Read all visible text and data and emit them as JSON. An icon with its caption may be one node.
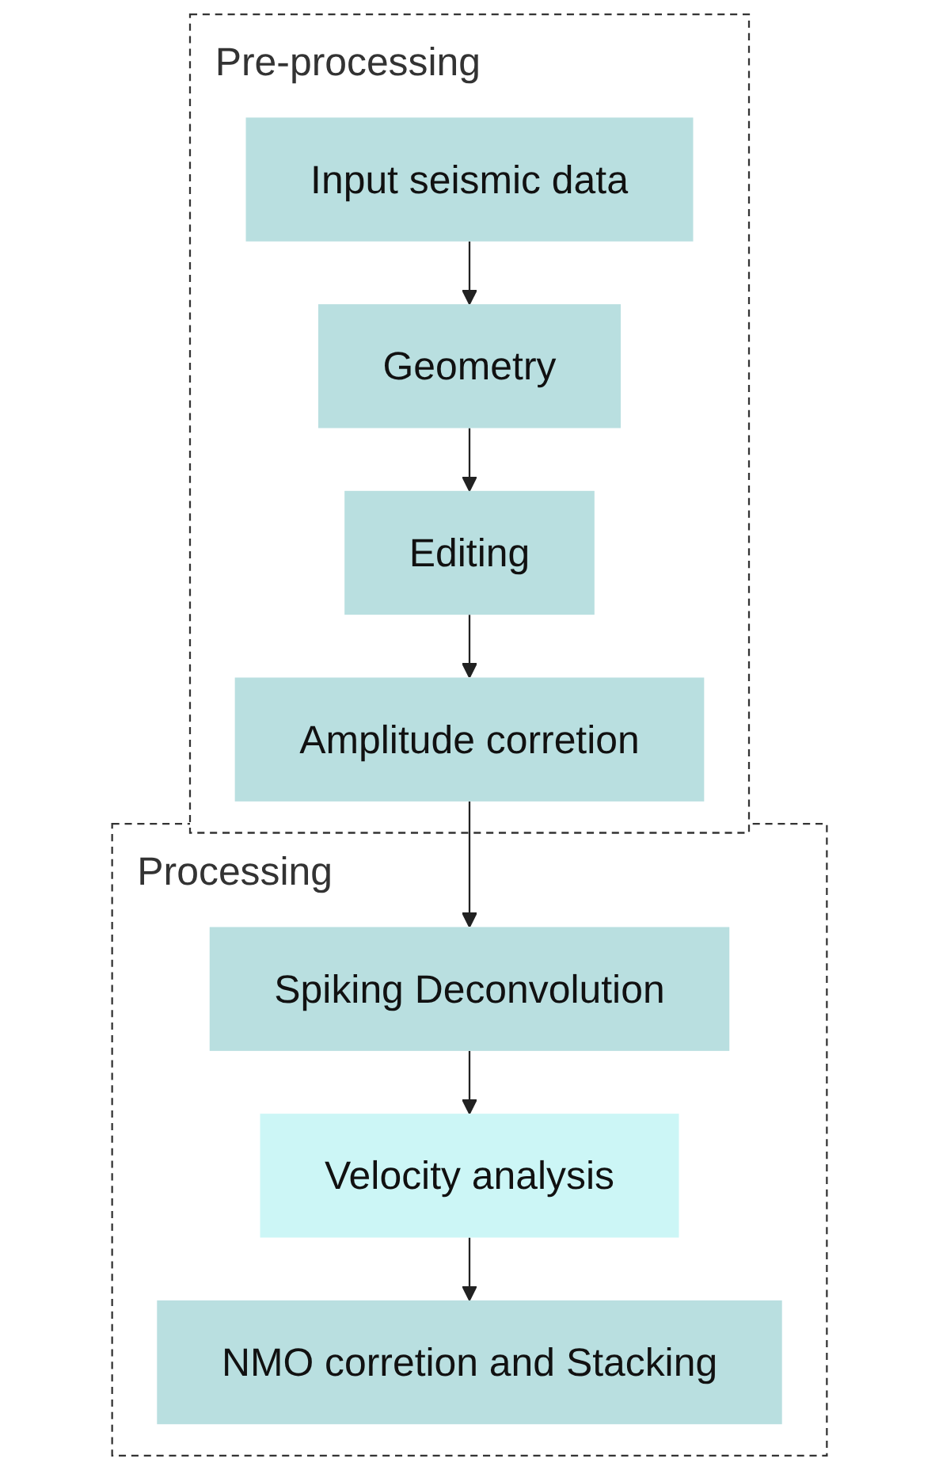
{
  "diagram": {
    "nodes": [
      {
        "text": [
          "Pre-processing"
        ]
      },
      {
        "text": [
          "Input seismic data"
        ],
        "in": 0
      },
      {
        "text": [
          "Geometry"
        ],
        "in": 0
      },
      {
        "text": [
          "Editing"
        ],
        "in": 0
      },
      {
        "text": [
          "Amplitude corretion"
        ],
        "in": 0
      },
      {
        "text": [
          "Processing"
        ]
      },
      {
        "text": [
          "Spiking Deconvolution"
        ],
        "in": 5
      },
      {
        "text": [
          "Velocity analysis"
        ],
        "in": 5
      },
      {
        "text": [
          "NMO corretion and Stacking"
        ],
        "in": 5
      }
    ],
    "edges": [
      {
        "from": 1,
        "to": 2,
        "arrow": "to"
      },
      {
        "from": 2,
        "to": 3,
        "arrow": "to"
      },
      {
        "from": 3,
        "to": 4,
        "arrow": "to"
      },
      {
        "from": 4,
        "to": 6,
        "arrow": "to"
      },
      {
        "from": 6,
        "to": 7,
        "arrow": "to"
      },
      {
        "from": 7,
        "to": 8,
        "arrow": "to"
      }
    ]
  }
}
